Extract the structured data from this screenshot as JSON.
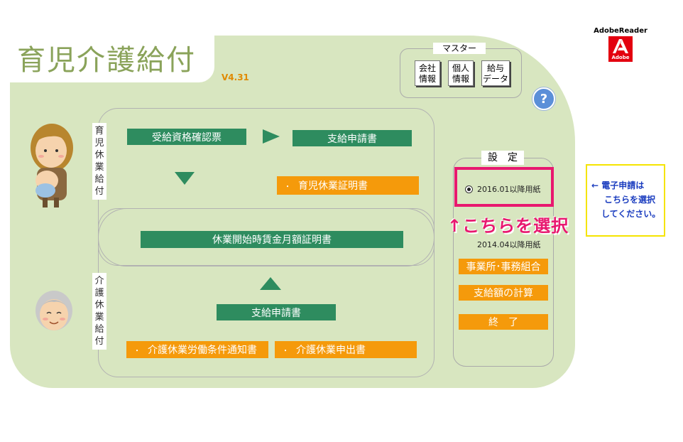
{
  "app": {
    "title": "育児介護給付",
    "version": "V4.31"
  },
  "adobe": {
    "label": "AdobeReader",
    "logo_text": "Adobe"
  },
  "master": {
    "heading": "マスター",
    "buttons": [
      {
        "line1": "会社",
        "line2": "情報"
      },
      {
        "line1": "個人",
        "line2": "情報"
      },
      {
        "line1": "給与",
        "line2": "データ"
      }
    ]
  },
  "help": {
    "label": "?"
  },
  "childcare": {
    "side_label": [
      "育",
      "児",
      "休",
      "業",
      "給",
      "付"
    ],
    "qualification_button": "受給資格確認票",
    "application_button": "支給申請書",
    "certificate_button": "育児休業証明書",
    "wage_certificate_button": "休業開始時賃金月額証明書"
  },
  "nursing": {
    "side_label": [
      "介",
      "護",
      "休",
      "業",
      "給",
      "付"
    ],
    "application_button": "支給申請書",
    "notice_button": "介護休業労働条件通知書",
    "request_button": "介護休業申出書"
  },
  "settings": {
    "heading": "設　定",
    "option_2016": "2016.01以降用紙",
    "option_2014": "2014.04以降用紙",
    "office_button": "事業所･事務組合",
    "calc_button": "支給額の計算",
    "exit_button": "終　了"
  },
  "annotation": {
    "select_here": "↑こちらを選択",
    "callout_line1": "← 電子申請は",
    "callout_line2": "こちらを選択",
    "callout_line3": "してください。"
  },
  "colors": {
    "green": "#2e8c5f",
    "orange": "#f59a0b",
    "panel": "#d8e6c0",
    "highlight": "#e8186f"
  }
}
